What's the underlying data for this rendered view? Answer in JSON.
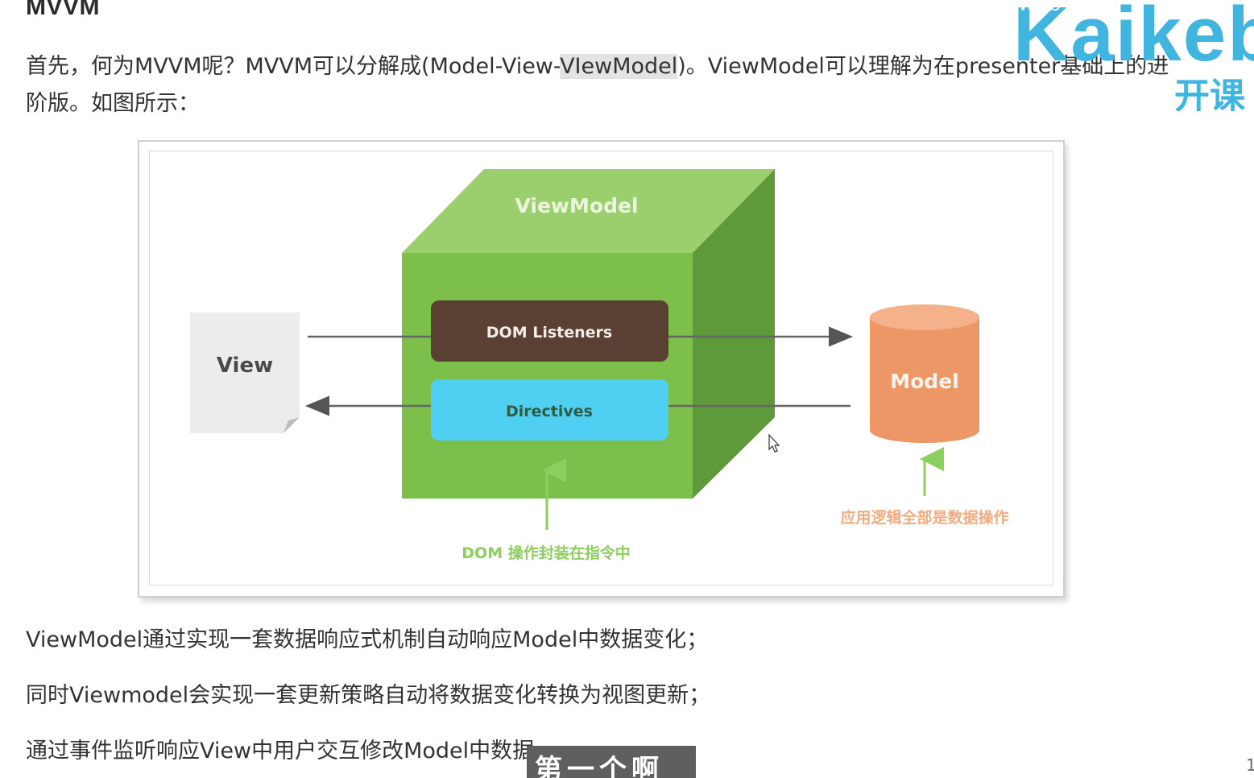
{
  "heading": "MVVM",
  "intro": {
    "before": "首先，何为MVVM呢？MVVM可以分解成(Model-View-",
    "highlight": "VIewModel",
    "after": ")。ViewModel可以理解为在presenter基础上的进阶版。如图所示："
  },
  "diagram": {
    "viewmodel_label": "ViewModel",
    "view_label": "View",
    "dom_listeners_label": "DOM Listeners",
    "directives_label": "Directives",
    "model_label": "Model",
    "dom_caption": "DOM 操作封装在指令中",
    "model_caption": "应用逻辑全部是数据操作"
  },
  "body_lines": [
    "ViewModel通过实现一套数据响应式机制自动响应Model中数据变化；",
    "同时Viewmodel会实现一套更新策略自动将数据变化转换为视图更新；",
    "通过事件监听响应View中用户交互修改Model中数据"
  ],
  "watermark": {
    "brand": "Kaikeba",
    "sub": "开课吧",
    "tag": "web"
  },
  "subtitle": "第一个啊",
  "page_number": "1",
  "colors": {
    "cube_front": "#7cbf4b",
    "cube_top": "#9bcf6d",
    "cube_side": "#5f9a3a",
    "dom_listeners": "#5a4033",
    "directives": "#4fd0f2",
    "model": "#ee9766",
    "caption_green": "#8ccf5e",
    "caption_orange": "#f2ac7f",
    "watermark_blue": "#3fb5e0"
  }
}
